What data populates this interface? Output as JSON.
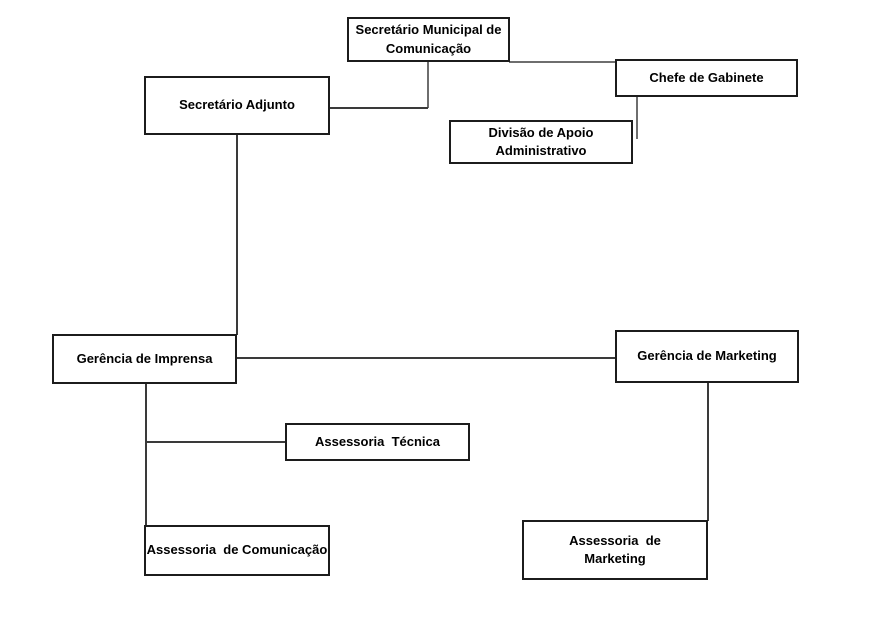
{
  "diagram": {
    "type": "org-chart",
    "language": "pt-BR",
    "nodes": {
      "secretario_municipal": {
        "label": "Secretário Municipal de\nComunicação"
      },
      "chefe_gabinete": {
        "label": "Chefe de Gabinete"
      },
      "secretario_adjunto": {
        "label": "Secretário Adjunto"
      },
      "divisao_apoio": {
        "label": "Divisão de Apoio\nAdministrativo"
      },
      "gerencia_imprensa": {
        "label": "Gerência de Imprensa"
      },
      "gerencia_marketing": {
        "label": "Gerência de Marketing"
      },
      "assessoria_tecnica": {
        "label": "Assessoria  Técnica"
      },
      "assessoria_comunicacao": {
        "label": "Assessoria  de Comunicação"
      },
      "assessoria_marketing": {
        "label": "Assessoria  de\nMarketing"
      }
    },
    "edges": [
      "secretario_municipal -> secretario_adjunto",
      "secretario_municipal -> chefe_de_gabinete",
      "chefe_gabinete -> divisao_apoio",
      "secretario_adjunto -> gerencia_imprensa",
      "gerencia_imprensa -> gerencia_marketing",
      "gerencia_imprensa -> assessoria_tecnica",
      "gerencia_imprensa -> assessoria_comunicacao",
      "gerencia_marketing -> assessoria_marketing"
    ]
  },
  "colors": {
    "background": "#ffffff",
    "box_fill": "#ffffff",
    "box_border": "#1c1c1c",
    "connector": "#6e6e6e",
    "connector_dark": "#3a3a3a",
    "text": "#000000"
  }
}
